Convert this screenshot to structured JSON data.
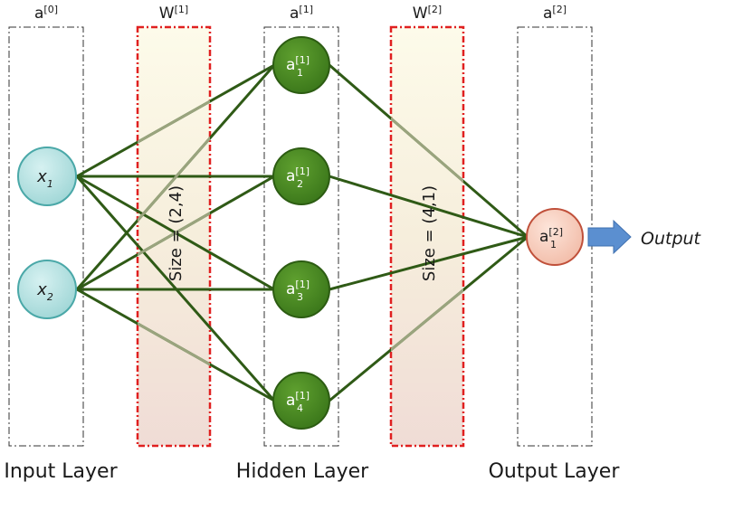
{
  "columns": {
    "a0": {
      "base": "a",
      "sup": "[0]"
    },
    "w1": {
      "base": "W",
      "sup": "[1]"
    },
    "a1": {
      "base": "a",
      "sup": "[1]"
    },
    "w2": {
      "base": "W",
      "sup": "[2]"
    },
    "a2": {
      "base": "a",
      "sup": "[2]"
    }
  },
  "size_labels": {
    "w1": "Size = (2,4)",
    "w2": "Size = (4,1)"
  },
  "layer_labels": {
    "input": "Input Layer",
    "hidden": "Hidden Layer",
    "output": "Output Layer"
  },
  "input_nodes": [
    {
      "base": "x",
      "sub": "1"
    },
    {
      "base": "x",
      "sub": "2"
    }
  ],
  "hidden_nodes": [
    {
      "base": "a",
      "sup": "[1]",
      "sub": "1"
    },
    {
      "base": "a",
      "sup": "[1]",
      "sub": "2"
    },
    {
      "base": "a",
      "sup": "[1]",
      "sub": "3"
    },
    {
      "base": "a",
      "sup": "[1]",
      "sub": "4"
    }
  ],
  "output_node": {
    "base": "a",
    "sup": "[2]",
    "sub": "1"
  },
  "output_label": "Output",
  "colors": {
    "input_fill": "#bfe6e6",
    "input_stroke": "#4aa8a8",
    "hidden_fill": "#3f7f1e",
    "hidden_stroke": "#2c5c12",
    "output_fill": "#f8d4c6",
    "output_stroke": "#c0503a",
    "edge_dark": "#2f5a16",
    "edge_light": "#9aa47e",
    "weight_border": "#e02020",
    "arrow": "#5b8fd0"
  }
}
